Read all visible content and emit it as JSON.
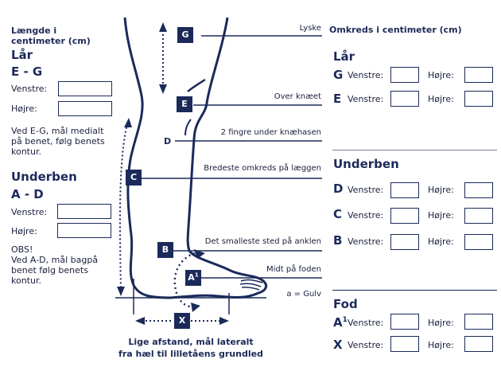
{
  "left_panel": {
    "length_heading": "Længde i\ncentimeter (cm)",
    "thigh": {
      "title": "Lår",
      "range": "E - G",
      "left_label": "Venstre:",
      "right_label": "Højre:",
      "left_value": "",
      "right_value": "",
      "note": "Ved E-G, mål medialt på benet, følg benets kontur."
    },
    "lower_leg": {
      "title": "Underben",
      "range": "A - D",
      "left_label": "Venstre:",
      "right_label": "Højre:",
      "left_value": "",
      "right_value": "",
      "note_title": "OBS!",
      "note": "Ved A-D, mål bagpå benet følg benets kontur."
    }
  },
  "diagram": {
    "markers": {
      "G": "G",
      "E": "E",
      "D": "D",
      "C": "C",
      "B": "B",
      "A1": "A",
      "A1_sup": "1",
      "X": "X"
    },
    "lines": {
      "G": "Lyske",
      "E": "Over knæet",
      "D": "2 fingre under knæhasen",
      "C": "Bredeste omkreds på læggen",
      "B": "Det smalleste sted på anklen",
      "A1": "Midt på foden",
      "floor": "a = Gulv"
    },
    "caption_line1": "Lige afstand, mål lateralt",
    "caption_line2": "fra hæl til lilletåens grundled",
    "color": "#1c2a5a"
  },
  "right_panel": {
    "heading": "Omkreds i centimeter (cm)",
    "sections": [
      {
        "title": "Lår",
        "rows": [
          {
            "code": "G",
            "sup": "",
            "left_label": "Venstre:",
            "right_label": "Højre:",
            "left_value": "",
            "right_value": ""
          },
          {
            "code": "E",
            "sup": "",
            "left_label": "Venstre:",
            "right_label": "Højre:",
            "left_value": "",
            "right_value": ""
          }
        ]
      },
      {
        "title": "Underben",
        "rows": [
          {
            "code": "D",
            "sup": "",
            "left_label": "Venstre:",
            "right_label": "Højre:",
            "left_value": "",
            "right_value": ""
          },
          {
            "code": "C",
            "sup": "",
            "left_label": "Venstre:",
            "right_label": "Højre:",
            "left_value": "",
            "right_value": ""
          },
          {
            "code": "B",
            "sup": "",
            "left_label": "Venstre:",
            "right_label": "Højre:",
            "left_value": "",
            "right_value": ""
          }
        ]
      },
      {
        "title": "Fod",
        "rows": [
          {
            "code": "A",
            "sup": "1",
            "left_label": "Venstre:",
            "right_label": "Højre:",
            "left_value": "",
            "right_value": ""
          },
          {
            "code": "X",
            "sup": "",
            "left_label": "Venstre:",
            "right_label": "Højre:",
            "left_value": "",
            "right_value": ""
          }
        ]
      }
    ]
  }
}
